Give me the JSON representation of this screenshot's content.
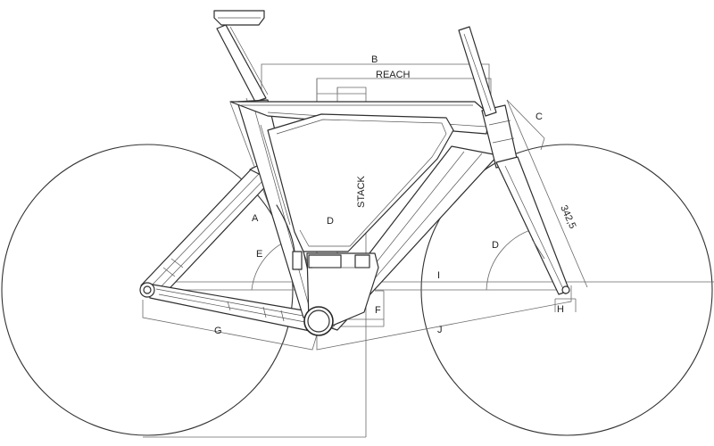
{
  "diagram": {
    "labels": {
      "a": "A",
      "b": "B",
      "c": "C",
      "d_frame": "D",
      "d_fork": "D",
      "e": "E",
      "f": "F",
      "g": "G",
      "h": "H",
      "i": "I",
      "j": "J",
      "reach": "REACH",
      "stack": "STACK",
      "fork_length": "342,5"
    },
    "colors": {
      "line": "#2e2e2e",
      "dimension": "#6a6a6a",
      "background": "#ffffff"
    }
  }
}
